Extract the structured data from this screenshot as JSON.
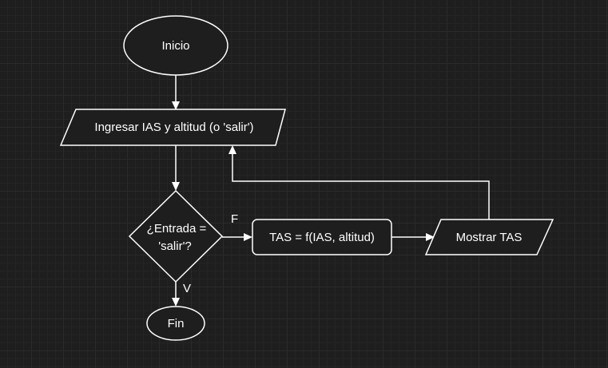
{
  "diagram": {
    "nodes": {
      "start": "Inicio",
      "input": "Ingresar IAS y altitud (o 'salir')",
      "decision_line1": "¿Entrada =",
      "decision_line2": "'salir'?",
      "process": "TAS = f(IAS, altitud)",
      "output": "Mostrar TAS",
      "end": "Fin"
    },
    "edges": {
      "false_label": "F",
      "true_label": "V"
    }
  },
  "colors": {
    "background": "#1e1e1e",
    "stroke": "#ffffff",
    "text": "#ffffff"
  }
}
